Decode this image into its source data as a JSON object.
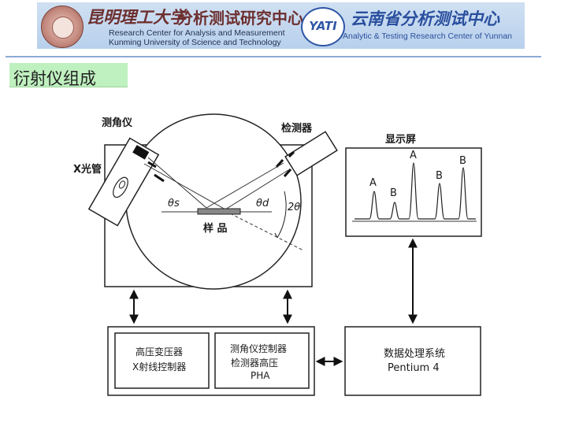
{
  "header": {
    "kust_name_cn": "昆明理工大学",
    "center_name_cn": "分析测试研究中心",
    "center_name_en": "Research Center for Analysis and Measurement",
    "university_en": "Kunming University of Science and Technology",
    "ytc_logo_text": "YATI",
    "yunnan_center_cn": "云南省分析测试中心",
    "yunnan_center_en": "Analytic & Testing Research Center of Yunnan"
  },
  "slide": {
    "title": "衍射仪组成"
  },
  "diagram": {
    "goniometer": "测角仪",
    "xray_tube": "X光管",
    "detector": "检测器",
    "display": "显示屏",
    "sample": "样 品",
    "theta_s": "θs",
    "theta_d": "θd",
    "two_theta": "2θ",
    "peaks": [
      "A",
      "B",
      "A",
      "B",
      "B"
    ],
    "box1_line1": "高压变压器",
    "box1_line2": "X射线控制器",
    "box2_line1": "测角仪控制器",
    "box2_line2": "检测器高压",
    "box2_line3": "PHA",
    "box3_line1": "数据处理系统",
    "box3_line2": "Pentium 4"
  }
}
